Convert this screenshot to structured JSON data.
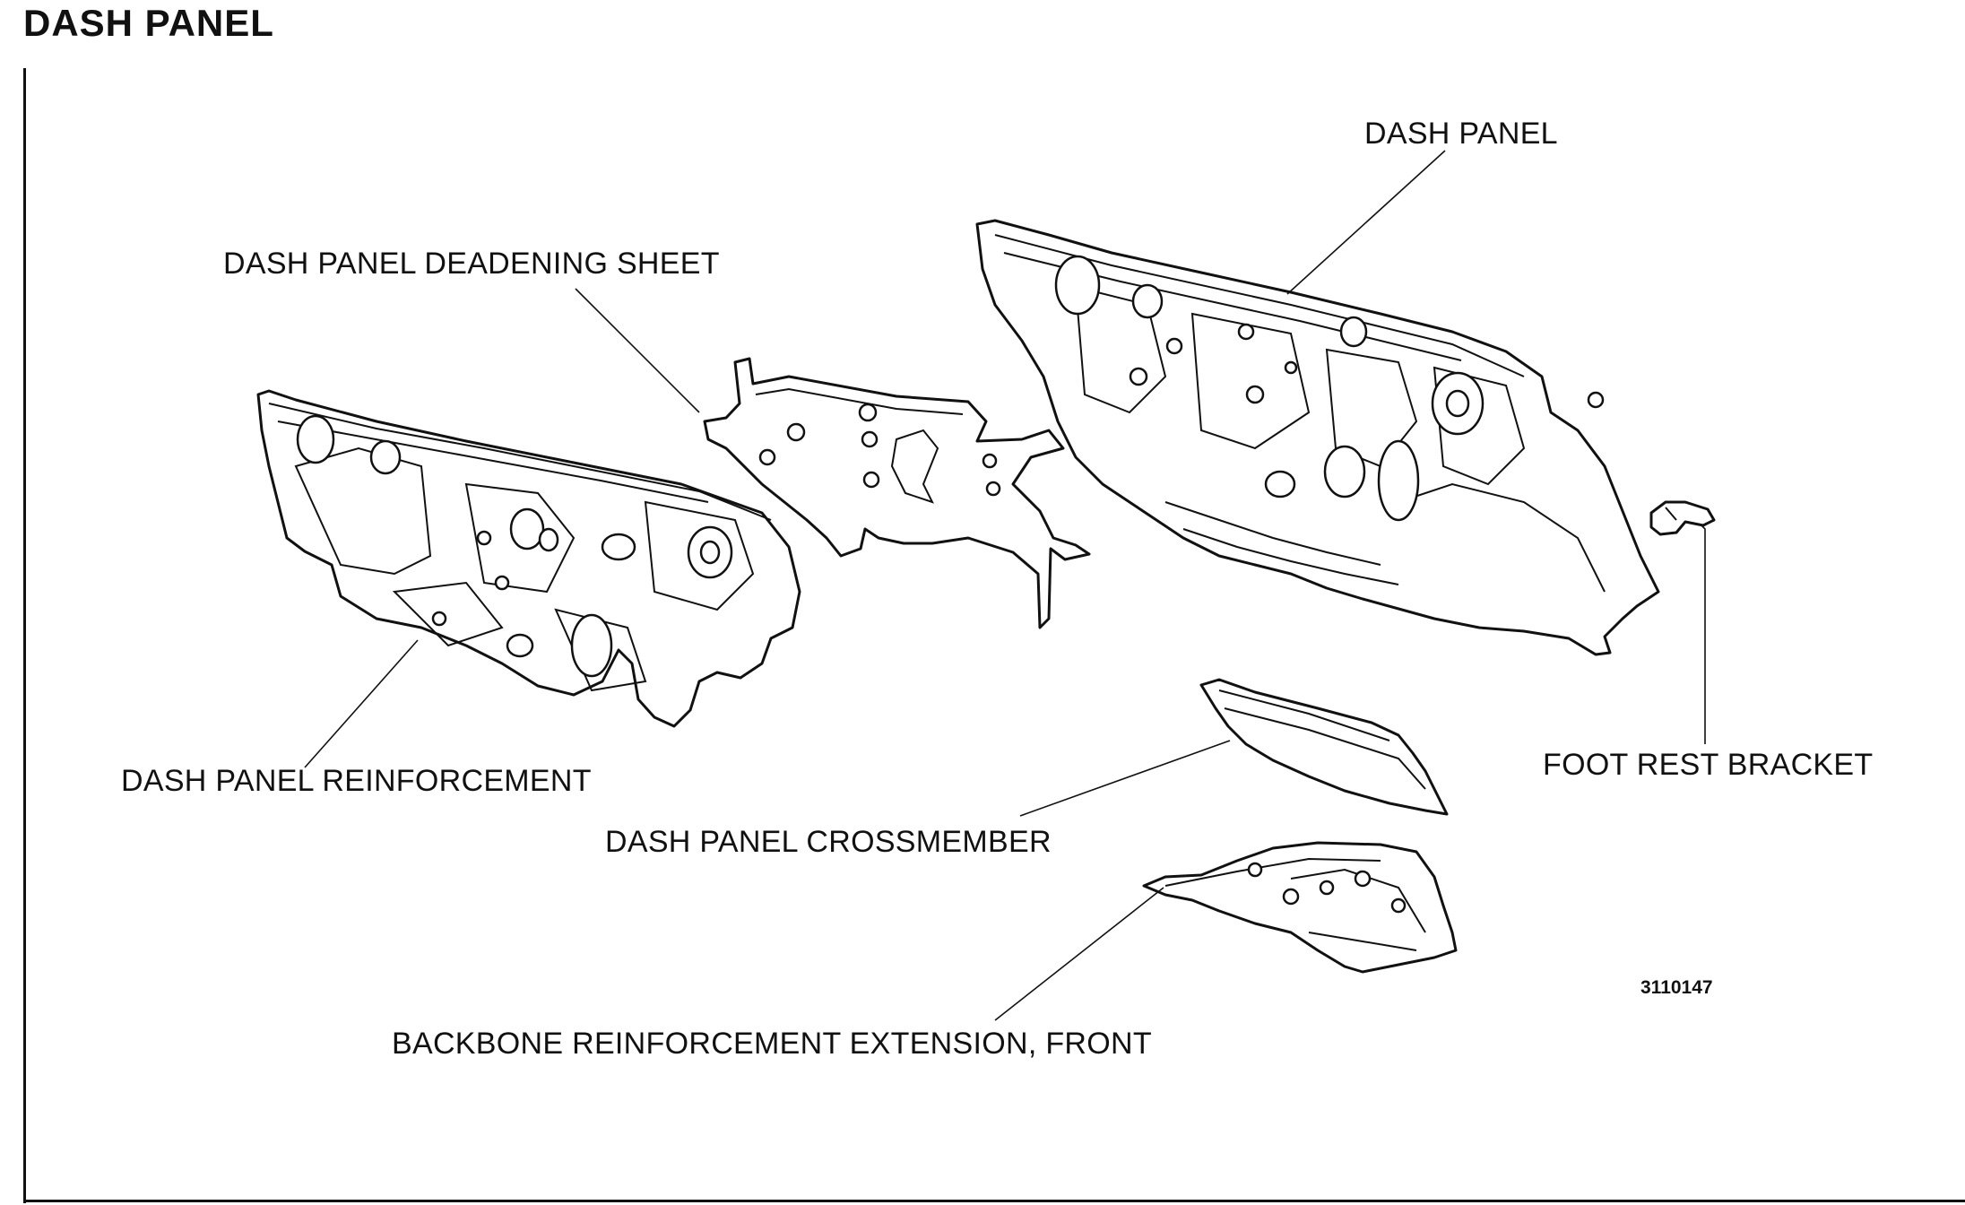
{
  "title": "DASH PANEL",
  "figure_id": "3110147",
  "labels": {
    "dash_panel": "DASH PANEL",
    "deadening_sheet": "DASH PANEL DEADENING SHEET",
    "reinforcement": "DASH PANEL REINFORCEMENT",
    "crossmember": "DASH PANEL CROSSMEMBER",
    "foot_rest_bracket": "FOOT REST BRACKET",
    "backbone_extension": "BACKBONE REINFORCEMENT EXTENSION, FRONT"
  }
}
